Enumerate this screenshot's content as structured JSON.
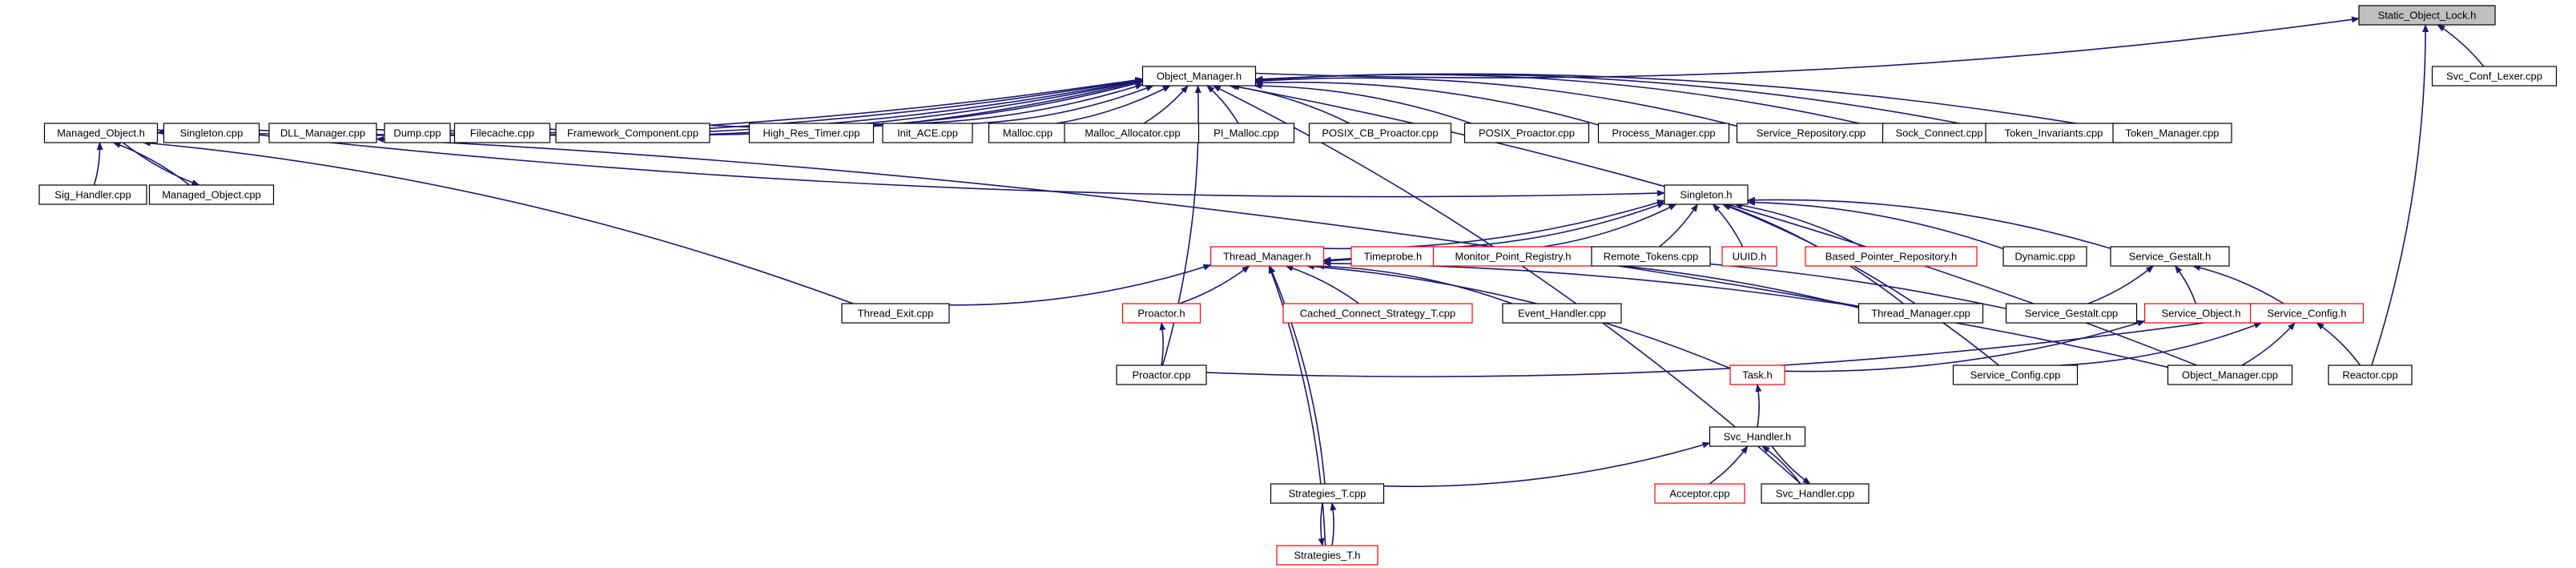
{
  "graph": {
    "root": "Static_Object_Lock.h",
    "nodes": [
      {
        "id": "static_object_lock_h",
        "label": "Static_Object_Lock.h",
        "root": true
      },
      {
        "id": "svc_conf_lexer_cpp",
        "label": "Svc_Conf_Lexer.cpp"
      },
      {
        "id": "object_manager_h",
        "label": "Object_Manager.h"
      },
      {
        "id": "managed_object_h",
        "label": "Managed_Object.h"
      },
      {
        "id": "singleton_cpp",
        "label": "Singleton.cpp"
      },
      {
        "id": "dll_manager_cpp",
        "label": "DLL_Manager.cpp"
      },
      {
        "id": "dump_cpp",
        "label": "Dump.cpp"
      },
      {
        "id": "filecache_cpp",
        "label": "Filecache.cpp"
      },
      {
        "id": "framework_component_cpp",
        "label": "Framework_Component.cpp"
      },
      {
        "id": "high_res_timer_cpp",
        "label": "High_Res_Timer.cpp"
      },
      {
        "id": "init_ace_cpp",
        "label": "Init_ACE.cpp"
      },
      {
        "id": "malloc_cpp",
        "label": "Malloc.cpp"
      },
      {
        "id": "malloc_allocator_cpp",
        "label": "Malloc_Allocator.cpp"
      },
      {
        "id": "pi_malloc_cpp",
        "label": "PI_Malloc.cpp"
      },
      {
        "id": "posix_cb_proactor_cpp",
        "label": "POSIX_CB_Proactor.cpp"
      },
      {
        "id": "posix_proactor_cpp",
        "label": "POSIX_Proactor.cpp"
      },
      {
        "id": "process_manager_cpp",
        "label": "Process_Manager.cpp"
      },
      {
        "id": "service_repository_cpp",
        "label": "Service_Repository.cpp"
      },
      {
        "id": "sock_connect_cpp",
        "label": "Sock_Connect.cpp"
      },
      {
        "id": "token_invariants_cpp",
        "label": "Token_Invariants.cpp"
      },
      {
        "id": "token_manager_cpp",
        "label": "Token_Manager.cpp"
      },
      {
        "id": "sig_handler_cpp",
        "label": "Sig_Handler.cpp"
      },
      {
        "id": "managed_object_cpp",
        "label": "Managed_Object.cpp"
      },
      {
        "id": "singleton_h",
        "label": "Singleton.h"
      },
      {
        "id": "thread_manager_h",
        "label": "Thread_Manager.h",
        "truncated": true
      },
      {
        "id": "timeprobe_h",
        "label": "Timeprobe.h",
        "truncated": true
      },
      {
        "id": "monitor_point_registry_h",
        "label": "Monitor_Point_Registry.h",
        "truncated": true
      },
      {
        "id": "remote_tokens_cpp",
        "label": "Remote_Tokens.cpp"
      },
      {
        "id": "uuid_h",
        "label": "UUID.h",
        "truncated": true
      },
      {
        "id": "based_pointer_repository_h",
        "label": "Based_Pointer_Repository.h",
        "truncated": true
      },
      {
        "id": "dynamic_cpp",
        "label": "Dynamic.cpp"
      },
      {
        "id": "service_gestalt_h",
        "label": "Service_Gestalt.h"
      },
      {
        "id": "thread_exit_cpp",
        "label": "Thread_Exit.cpp"
      },
      {
        "id": "proactor_h",
        "label": "Proactor.h",
        "truncated": true
      },
      {
        "id": "cached_connect_strategy_t_cpp",
        "label": "Cached_Connect_Strategy_T.cpp",
        "truncated": true
      },
      {
        "id": "event_handler_cpp",
        "label": "Event_Handler.cpp"
      },
      {
        "id": "thread_manager_cpp",
        "label": "Thread_Manager.cpp"
      },
      {
        "id": "service_gestalt_cpp",
        "label": "Service_Gestalt.cpp"
      },
      {
        "id": "service_object_h",
        "label": "Service_Object.h",
        "truncated": true
      },
      {
        "id": "service_config_h",
        "label": "Service_Config.h",
        "truncated": true
      },
      {
        "id": "proactor_cpp",
        "label": "Proactor.cpp"
      },
      {
        "id": "task_h",
        "label": "Task.h",
        "truncated": true
      },
      {
        "id": "service_config_cpp",
        "label": "Service_Config.cpp"
      },
      {
        "id": "object_manager_cpp",
        "label": "Object_Manager.cpp"
      },
      {
        "id": "reactor_cpp",
        "label": "Reactor.cpp"
      },
      {
        "id": "svc_handler_h",
        "label": "Svc_Handler.h"
      },
      {
        "id": "strategies_t_cpp",
        "label": "Strategies_T.cpp"
      },
      {
        "id": "acceptor_cpp",
        "label": "Acceptor.cpp",
        "truncated": true
      },
      {
        "id": "svc_handler_cpp",
        "label": "Svc_Handler.cpp"
      },
      {
        "id": "strategies_t_h",
        "label": "Strategies_T.h",
        "truncated": true
      }
    ],
    "edges": [
      [
        "svc_conf_lexer_cpp",
        "static_object_lock_h"
      ],
      [
        "object_manager_h",
        "static_object_lock_h"
      ],
      [
        "reactor_cpp",
        "static_object_lock_h"
      ],
      [
        "managed_object_h",
        "object_manager_h"
      ],
      [
        "singleton_cpp",
        "object_manager_h"
      ],
      [
        "dll_manager_cpp",
        "object_manager_h"
      ],
      [
        "dump_cpp",
        "object_manager_h"
      ],
      [
        "filecache_cpp",
        "object_manager_h"
      ],
      [
        "framework_component_cpp",
        "object_manager_h"
      ],
      [
        "high_res_timer_cpp",
        "object_manager_h"
      ],
      [
        "init_ace_cpp",
        "object_manager_h"
      ],
      [
        "malloc_cpp",
        "object_manager_h"
      ],
      [
        "malloc_allocator_cpp",
        "object_manager_h"
      ],
      [
        "pi_malloc_cpp",
        "object_manager_h"
      ],
      [
        "posix_cb_proactor_cpp",
        "object_manager_h"
      ],
      [
        "posix_proactor_cpp",
        "object_manager_h"
      ],
      [
        "process_manager_cpp",
        "object_manager_h"
      ],
      [
        "service_repository_cpp",
        "object_manager_h"
      ],
      [
        "sock_connect_cpp",
        "object_manager_h"
      ],
      [
        "token_invariants_cpp",
        "object_manager_h"
      ],
      [
        "token_manager_cpp",
        "object_manager_h"
      ],
      [
        "proactor_cpp",
        "object_manager_h"
      ],
      [
        "object_manager_cpp",
        "object_manager_h"
      ],
      [
        "svc_handler_cpp",
        "object_manager_h"
      ],
      [
        "sig_handler_cpp",
        "managed_object_h"
      ],
      [
        "managed_object_cpp",
        "managed_object_h"
      ],
      [
        "singleton_cpp",
        "managed_object_h"
      ],
      [
        "managed_object_h",
        "managed_object_cpp"
      ],
      [
        "thread_exit_cpp",
        "managed_object_h"
      ],
      [
        "singleton_cpp",
        "singleton_h"
      ],
      [
        "thread_manager_h",
        "singleton_h"
      ],
      [
        "timeprobe_h",
        "singleton_h"
      ],
      [
        "monitor_point_registry_h",
        "singleton_h"
      ],
      [
        "remote_tokens_cpp",
        "singleton_h"
      ],
      [
        "uuid_h",
        "singleton_h"
      ],
      [
        "based_pointer_repository_h",
        "singleton_h"
      ],
      [
        "dynamic_cpp",
        "singleton_h"
      ],
      [
        "service_gestalt_h",
        "singleton_h"
      ],
      [
        "thread_manager_cpp",
        "singleton_h"
      ],
      [
        "service_config_cpp",
        "singleton_h"
      ],
      [
        "thread_manager_cpp",
        "dll_manager_cpp"
      ],
      [
        "thread_exit_cpp",
        "thread_manager_h"
      ],
      [
        "proactor_h",
        "thread_manager_h"
      ],
      [
        "cached_connect_strategy_t_cpp",
        "thread_manager_h"
      ],
      [
        "event_handler_cpp",
        "thread_manager_h"
      ],
      [
        "thread_manager_cpp",
        "thread_manager_h"
      ],
      [
        "service_gestalt_cpp",
        "thread_manager_h"
      ],
      [
        "task_h",
        "thread_manager_h"
      ],
      [
        "strategies_t_cpp",
        "thread_manager_h"
      ],
      [
        "strategies_t_h",
        "thread_manager_h"
      ],
      [
        "object_manager_cpp",
        "thread_manager_h"
      ],
      [
        "proactor_cpp",
        "proactor_h"
      ],
      [
        "service_gestalt_cpp",
        "service_gestalt_h"
      ],
      [
        "service_object_h",
        "service_gestalt_h"
      ],
      [
        "service_config_h",
        "service_gestalt_h"
      ],
      [
        "task_h",
        "service_object_h"
      ],
      [
        "proactor_cpp",
        "service_config_h"
      ],
      [
        "service_config_cpp",
        "service_config_h"
      ],
      [
        "object_manager_cpp",
        "service_config_h"
      ],
      [
        "reactor_cpp",
        "service_config_h"
      ],
      [
        "svc_handler_h",
        "task_h"
      ],
      [
        "strategies_t_cpp",
        "svc_handler_h"
      ],
      [
        "acceptor_cpp",
        "svc_handler_h"
      ],
      [
        "svc_handler_cpp",
        "svc_handler_h"
      ],
      [
        "svc_handler_h",
        "svc_handler_cpp"
      ],
      [
        "strategies_t_h",
        "strategies_t_cpp"
      ],
      [
        "strategies_t_cpp",
        "strategies_t_h"
      ]
    ]
  }
}
